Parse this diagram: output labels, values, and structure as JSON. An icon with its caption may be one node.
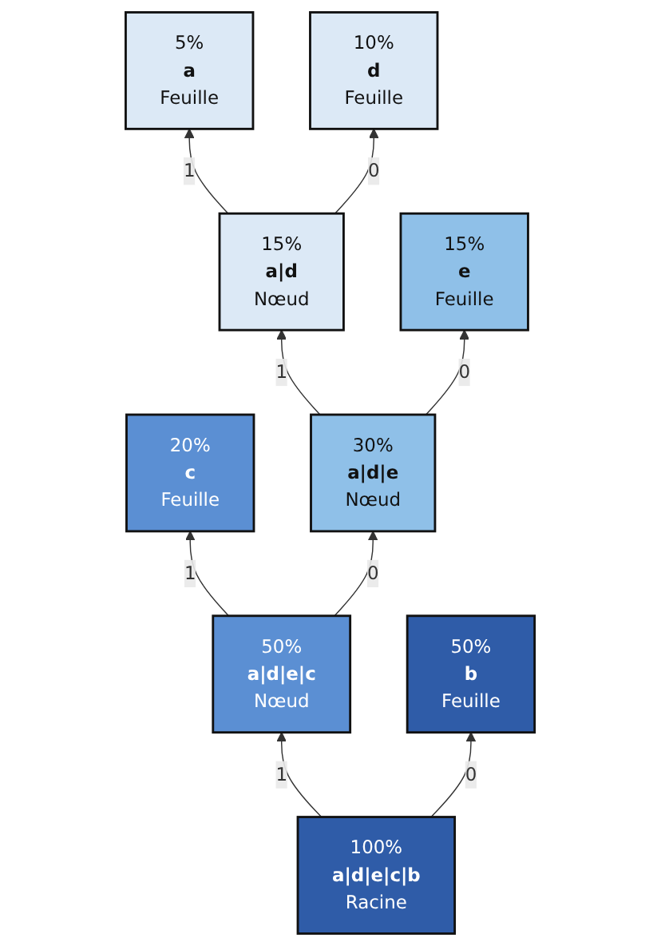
{
  "diagram": {
    "nodes": [
      {
        "text": [
          "5%",
          "a",
          "Feuille"
        ]
      },
      {
        "text": [
          "10%",
          "d",
          "Feuille"
        ]
      },
      {
        "text": [
          "15%",
          "a|d",
          "Nœud"
        ]
      },
      {
        "text": [
          "15%",
          "e",
          "Feuille"
        ]
      },
      {
        "text": [
          "20%",
          "c",
          "Feuille"
        ]
      },
      {
        "text": [
          "30%",
          "a|d|e",
          "Nœud"
        ]
      },
      {
        "text": [
          "50%",
          "a|d|e|c",
          "Nœud"
        ]
      },
      {
        "text": [
          "50%",
          "b",
          "Feuille"
        ]
      },
      {
        "text": [
          "100%",
          "a|d|e|c|b",
          "Racine"
        ]
      }
    ],
    "edges": [
      {
        "from": 8,
        "to": 6,
        "arrow": "to",
        "label": "1"
      },
      {
        "from": 8,
        "to": 7,
        "arrow": "to",
        "label": "0"
      },
      {
        "from": 6,
        "to": 4,
        "arrow": "to",
        "label": "1"
      },
      {
        "from": 6,
        "to": 5,
        "arrow": "to",
        "label": "0"
      },
      {
        "from": 5,
        "to": 2,
        "arrow": "to",
        "label": "1"
      },
      {
        "from": 5,
        "to": 3,
        "arrow": "to",
        "label": "0"
      },
      {
        "from": 2,
        "to": 0,
        "arrow": "to",
        "label": "1"
      },
      {
        "from": 2,
        "to": 1,
        "arrow": "to",
        "label": "0"
      }
    ]
  }
}
